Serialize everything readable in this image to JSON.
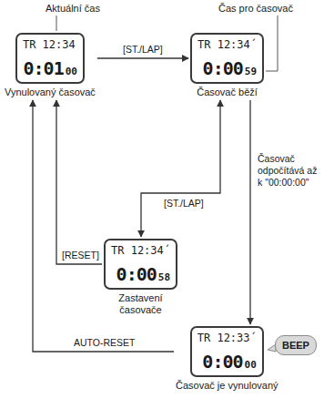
{
  "diagram": {
    "nodes": [
      {
        "text": [
          "TR 12:34",
          "0:01",
          "00",
          "Vynulovaný časovač"
        ]
      },
      {
        "text": [
          "TR 12:34´",
          "0:00",
          "59",
          "Časovač běží"
        ]
      },
      {
        "text": [
          "TR 12:34´",
          "0:00",
          "58",
          "Zastavení časovače"
        ]
      },
      {
        "text": [
          "TR 12:33´",
          "0:00",
          "00",
          "Časovač je vynulovaný"
        ]
      },
      {
        "text": [
          "BEEP"
        ]
      }
    ],
    "edges": [
      {
        "from": 0,
        "to": 1,
        "arrow": "to",
        "label": "[ST./LAP]"
      },
      {
        "from": 1,
        "to": 2,
        "arrow": "both",
        "label": "[ST./LAP]"
      },
      {
        "from": 1,
        "to": 3,
        "arrow": "to",
        "label": "Časovač odpočítává až k \"00:00:00\""
      },
      {
        "from": 2,
        "to": 0,
        "arrow": "to",
        "label": "[RESET]"
      },
      {
        "from": 3,
        "to": 0,
        "arrow": "to",
        "label": "AUTO-RESET"
      }
    ],
    "labels": [
      "Aktuální čas",
      "Čas pro časovač"
    ]
  }
}
